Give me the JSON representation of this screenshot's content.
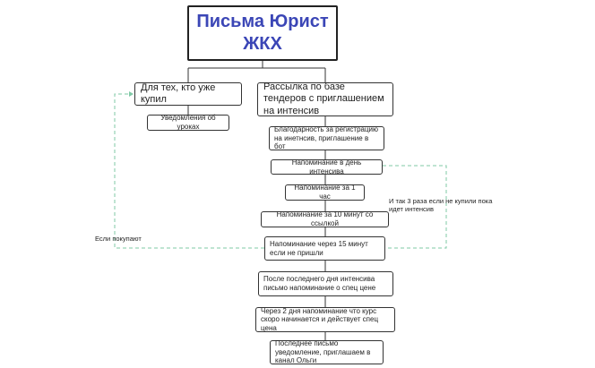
{
  "diagram": {
    "title": "Письма Юрист ЖКХ",
    "branch_left": "Для тех, кто уже купил",
    "branch_right": "Рассылка по базе тендеров с приглашением на интенсив",
    "left_child": "Уведомления об уроках",
    "steps": [
      "Благодарность за регистрацию на инетнсив, приглашение в бот",
      "Напоминание в день интенсива",
      "Напоминание за 1 час",
      "Напоминание за 10 минут со ссылкой",
      "Напоминание через 15 минут если не пришли",
      "После последнего дня интенсива письмо напоминание о спец цене",
      "Через 2 дня напоминание что курс скоро начинается и действует спец цена",
      "Последнее письмо уведомление, приглашаем в канал Ольги"
    ],
    "loop_label": "И так 3 раза если не купили пока идет интенсив",
    "bought_label": "Если покупают"
  },
  "colors": {
    "title_text": "#3b46b6",
    "connector": "#333333",
    "dashed_connector": "#7fc9a6"
  }
}
